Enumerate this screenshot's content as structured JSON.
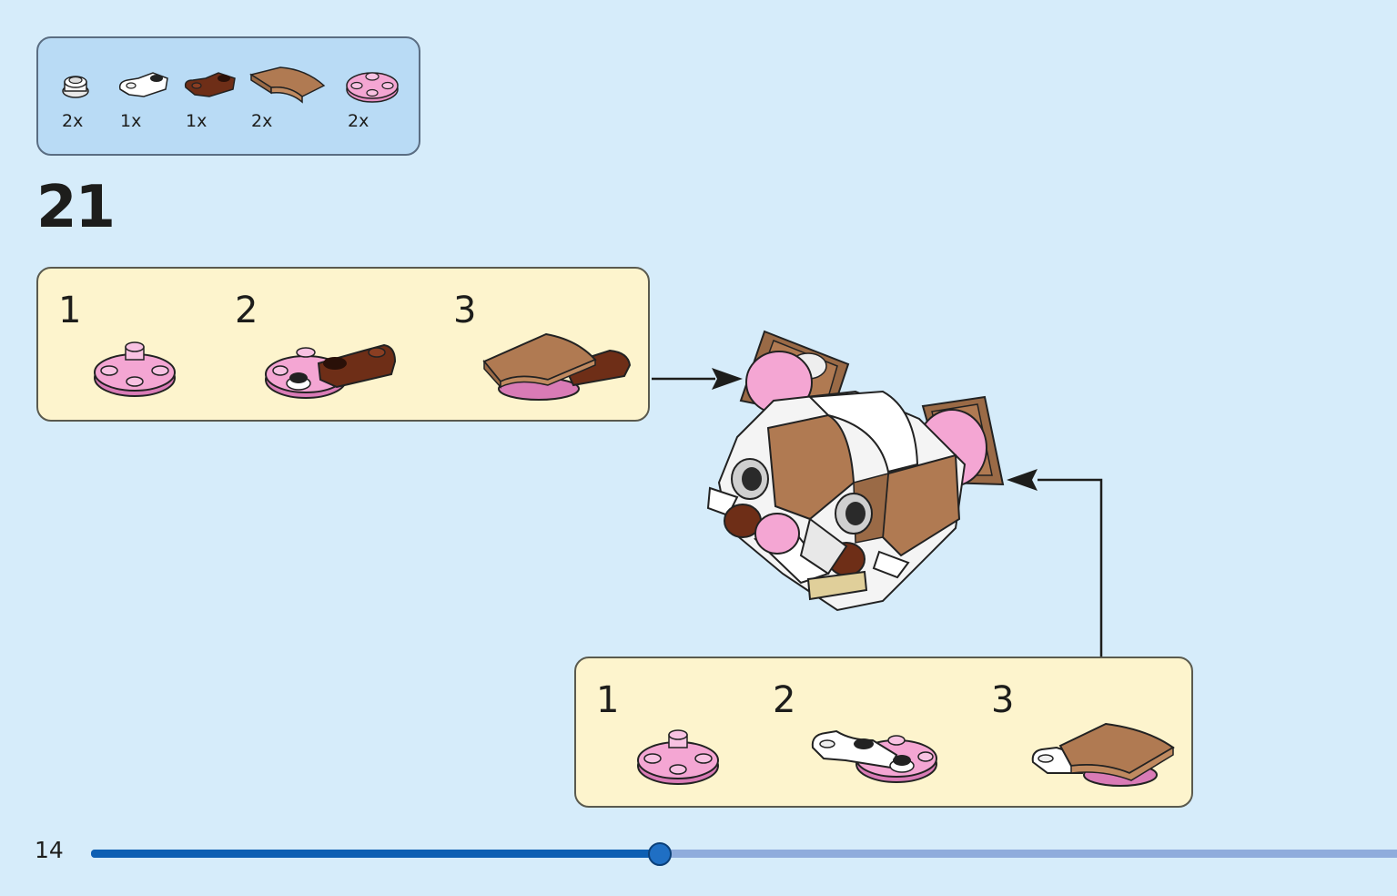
{
  "parts_list": {
    "items": [
      {
        "icon": "white-round-stud-icon",
        "qty": "2x"
      },
      {
        "icon": "white-clip-plate-icon",
        "qty": "1x"
      },
      {
        "icon": "brown-clip-plate-icon",
        "qty": "1x"
      },
      {
        "icon": "tan-curved-slope-icon",
        "qty": "2x"
      },
      {
        "icon": "pink-round-plate-icon",
        "qty": "2x"
      }
    ]
  },
  "step": {
    "number": "21"
  },
  "sub_assembly_left": {
    "steps": [
      {
        "number": "1"
      },
      {
        "number": "2"
      },
      {
        "number": "3"
      }
    ]
  },
  "sub_assembly_right": {
    "steps": [
      {
        "number": "1"
      },
      {
        "number": "2"
      },
      {
        "number": "3"
      }
    ]
  },
  "footer": {
    "page_number": "14",
    "progress": 0.435
  },
  "colors": {
    "background": "#d6ecfa",
    "parts_box": "#b9dbf5",
    "sub_box": "#fdf4cd",
    "pink": "#f4a6d3",
    "brown": "#6e2e17",
    "tan": "#b07a52",
    "progress_fill": "#0d5fb3",
    "progress_track": "#8facdc"
  }
}
